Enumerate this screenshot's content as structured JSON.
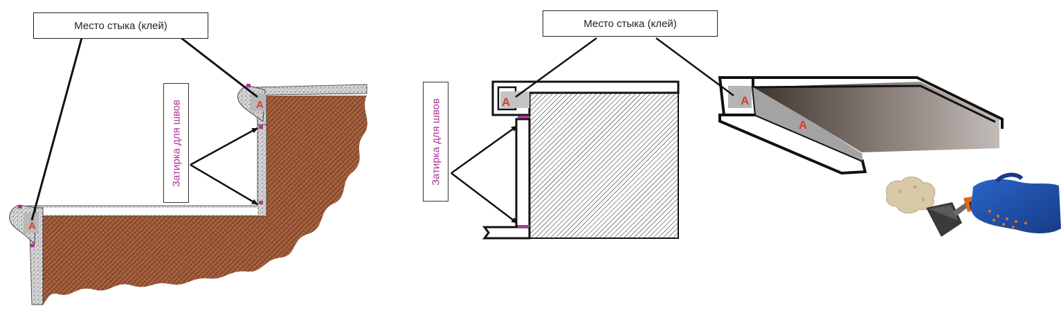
{
  "diagram": {
    "left": {
      "joint_label": "Место стыка (клей)",
      "grout_label": "Затирка для швов",
      "marker_top": "А",
      "marker_bottom": "А"
    },
    "middle": {
      "joint_label": "Место стыка (клей)",
      "grout_label": "Затирка для швов",
      "marker": "А"
    },
    "right": {
      "marker_front": "А",
      "marker_side": "А"
    },
    "colors": {
      "brick": "#b06a45",
      "plaster": "#cfcfcf",
      "grout_mark": "#b0309a",
      "marker": "#e03a2a",
      "gradient_dark": "#4a3d35",
      "gradient_light": "#bdb7b3"
    },
    "icons": [
      "trowel-hand-icon"
    ]
  }
}
